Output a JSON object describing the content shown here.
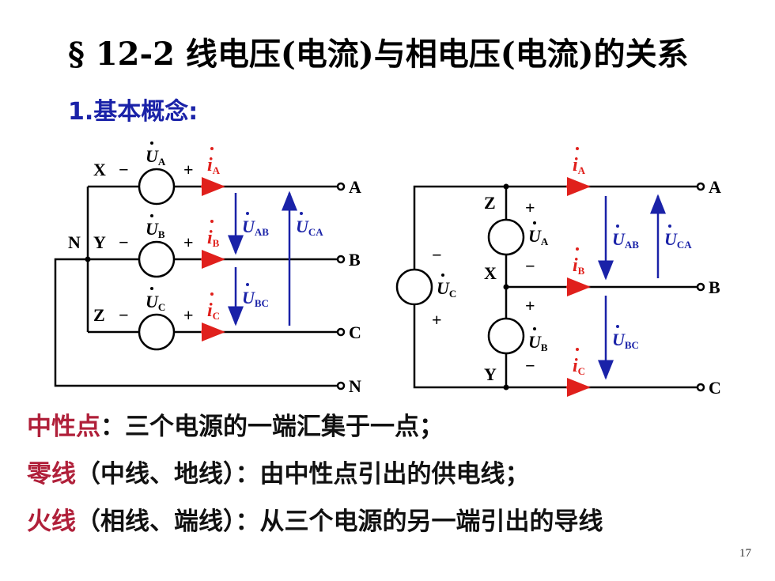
{
  "title": "§ 12-2  线电压(电流)与相电压(电流)的关系",
  "subtitle": "1.基本概念:",
  "diagram": {
    "left": {
      "phase_start_terms": [
        "X",
        "Y",
        "Z"
      ],
      "neutral": "N",
      "terminals": [
        "A",
        "B",
        "C",
        "N"
      ],
      "voltages": [
        "U",
        "U",
        "U"
      ],
      "voltage_subs": [
        "A",
        "B",
        "C"
      ],
      "plus": "+",
      "minus": "−",
      "currents": [
        "i",
        "i",
        "i"
      ],
      "current_subs": [
        "A",
        "B",
        "C"
      ],
      "line_voltage_subs": [
        "AB",
        "CA",
        "BC"
      ]
    },
    "right": {
      "nodes": [
        "Z",
        "X",
        "Y"
      ],
      "terminals": [
        "A",
        "B",
        "C"
      ],
      "voltage_subs": [
        "A",
        "B",
        "C"
      ],
      "current_subs": [
        "A",
        "B",
        "C"
      ],
      "line_voltage_subs": [
        "AB",
        "CA",
        "BC"
      ]
    }
  },
  "definitions": [
    {
      "term": "中性点",
      "desc": "：三个电源的一端汇集于一点；"
    },
    {
      "term": "零线",
      "desc": "（中线、地线）：由中性点引出的供电线；"
    },
    {
      "term": "火线",
      "desc": "（相线、端线）：从三个电源的另一端引出的导线"
    }
  ],
  "page_number": "17",
  "colors": {
    "current": "#e0201c",
    "line_voltage": "#1a22a8",
    "term": "#b0203a",
    "wire": "#000000"
  }
}
